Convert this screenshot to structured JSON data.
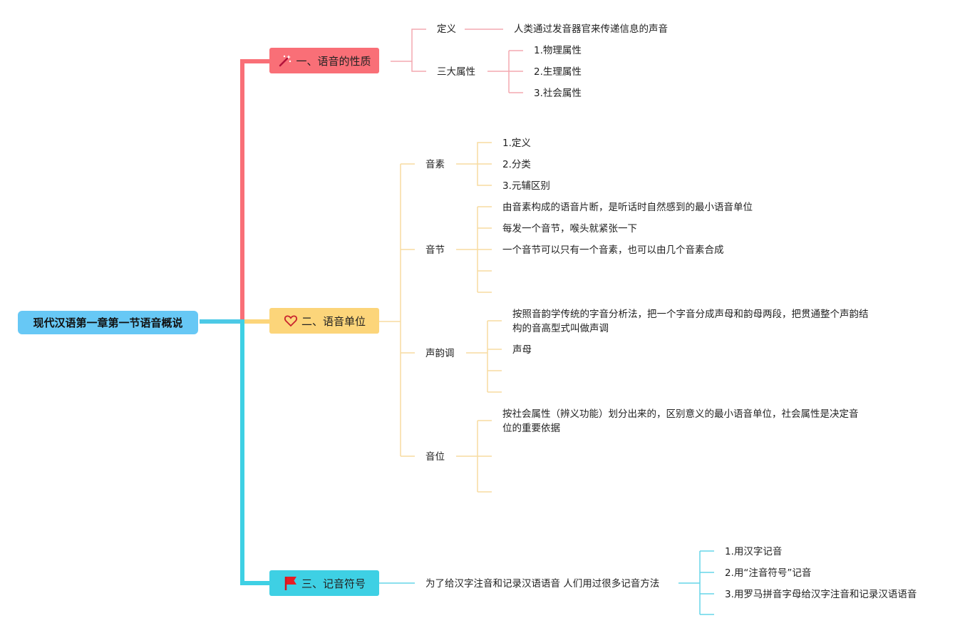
{
  "root": {
    "label": "现代汉语第一章第一节语音概说"
  },
  "branches": [
    {
      "label": "一、语音的性质",
      "icon": "magic-wand-icon",
      "color": "#f96f77",
      "children": [
        {
          "label": "定义",
          "children": [
            {
              "label": "人类通过发音器官来传递信息的声音"
            }
          ]
        },
        {
          "label": "三大属性",
          "children": [
            {
              "label": "1.物理属性"
            },
            {
              "label": "2.生理属性"
            },
            {
              "label": "3.社会属性"
            }
          ]
        }
      ]
    },
    {
      "label": "二、语音单位",
      "icon": "heart-icon",
      "color": "#fcd57a",
      "children": [
        {
          "label": "音素",
          "children": [
            {
              "label": "1.定义"
            },
            {
              "label": "2.分类"
            },
            {
              "label": "3.元辅区别"
            }
          ]
        },
        {
          "label": "音节",
          "children": [
            {
              "label": "由音素构成的语音片断，是听话时自然感到的最小语音单位"
            },
            {
              "label": "每发一个音节，喉头就紧张一下"
            },
            {
              "label": "一个音节可以只有一个音素，也可以由几个音素合成"
            },
            {
              "label": ""
            },
            {
              "label": ""
            }
          ]
        },
        {
          "label": "声韵调",
          "children": [
            {
              "label": "按照音韵学传统的字音分析法，把一个字音分成声母和韵母两段，把贯通整个声韵结构的音高型式叫做声调"
            },
            {
              "label": "声母"
            },
            {
              "label": ""
            },
            {
              "label": ""
            }
          ]
        },
        {
          "label": "音位",
          "children": [
            {
              "label": "按社会属性（辨义功能）划分出来的，区别意义的最小语音单位，社会属性是决定音位的重要依据"
            },
            {
              "label": ""
            },
            {
              "label": ""
            }
          ]
        }
      ]
    },
    {
      "label": "三、记音符号",
      "icon": "red-flag-icon",
      "color": "#3ed0e4",
      "children": [
        {
          "label": "为了给汉字注音和记录汉语语音 人们用过很多记音方法",
          "children": [
            {
              "label": "1.用汉字记音"
            },
            {
              "label": "2.用“注音符号”记音"
            },
            {
              "label": "3.用罗马拼音字母给汉字注音和记录汉语语音"
            },
            {
              "label": ""
            }
          ]
        }
      ]
    }
  ]
}
